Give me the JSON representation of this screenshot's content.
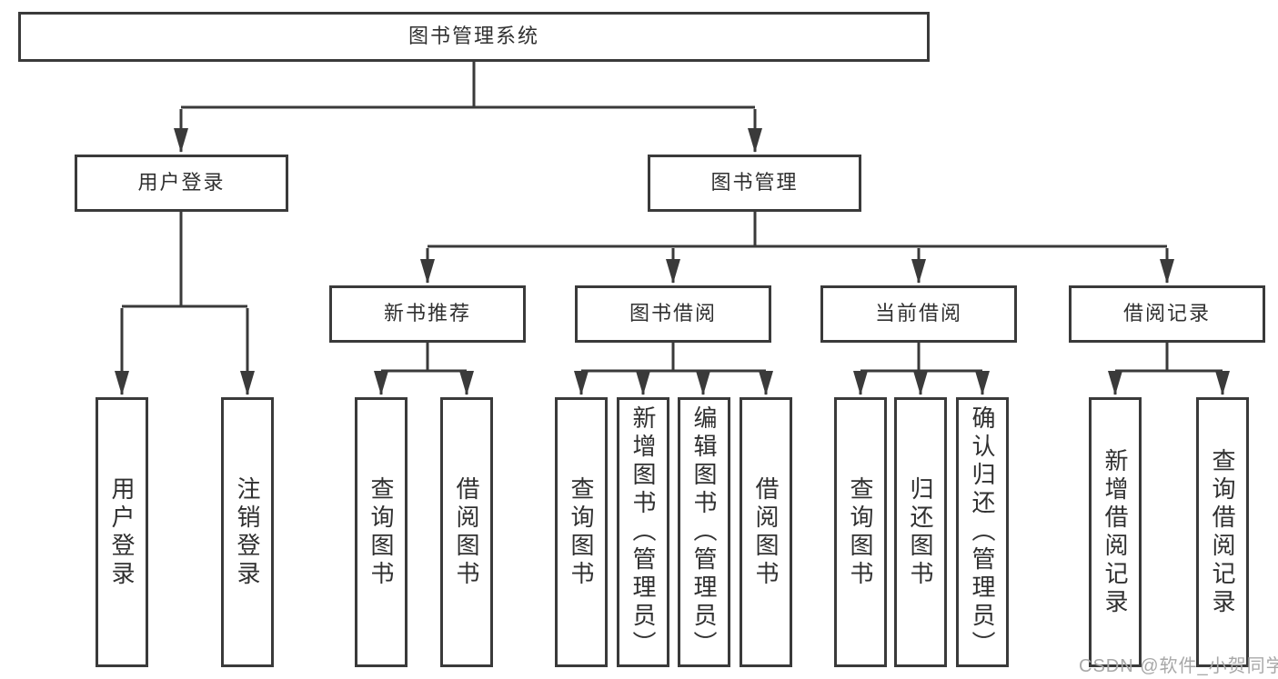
{
  "tree": {
    "root": {
      "label": "图书管理系统"
    },
    "branches": [
      {
        "label": "用户登录",
        "children": [
          {
            "label": "用户登录"
          },
          {
            "label": "注销登录"
          }
        ]
      },
      {
        "label": "图书管理",
        "children": [
          {
            "label": "新书推荐",
            "children": [
              {
                "label": "查询图书"
              },
              {
                "label": "借阅图书"
              }
            ]
          },
          {
            "label": "图书借阅",
            "children": [
              {
                "label": "查询图书"
              },
              {
                "label": "新增图书（管理员）"
              },
              {
                "label": "编辑图书（管理员）"
              },
              {
                "label": "借阅图书"
              }
            ]
          },
          {
            "label": "当前借阅",
            "children": [
              {
                "label": "查询图书"
              },
              {
                "label": "归还图书"
              },
              {
                "label": "确认归还（管理员）"
              }
            ]
          },
          {
            "label": "借阅记录",
            "children": [
              {
                "label": "新增借阅记录"
              },
              {
                "label": "查询借阅记录"
              }
            ]
          }
        ]
      }
    ]
  },
  "watermark": {
    "text": "CSDN @软件_小贺同学"
  },
  "colors": {
    "line": "#3a3a3a",
    "text": "#303030",
    "watermark": "#a8a8a8",
    "background": "#ffffff"
  }
}
